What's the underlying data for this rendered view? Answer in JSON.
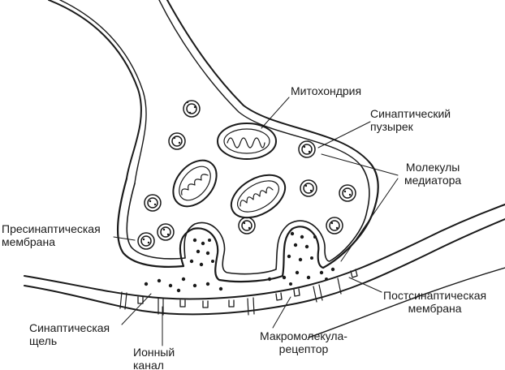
{
  "labels": {
    "mitochondria": "Митохондрия",
    "vesicle": [
      "Синаптический",
      "пузырек"
    ],
    "mediator": [
      "Молекулы",
      "медиатора"
    ],
    "presynaptic": [
      "Пресинаптическая",
      "мембрана"
    ],
    "postsynaptic": [
      "Постсинаптическая",
      "мембрана"
    ],
    "cleft": [
      "Синаптическая",
      "щель"
    ],
    "ion_channel": [
      "Ионный",
      "канал"
    ],
    "receptor": [
      "Макромолекула-",
      "рецептор"
    ]
  },
  "colors": {
    "ink": "#1a1a1a",
    "paper": "#ffffff"
  }
}
